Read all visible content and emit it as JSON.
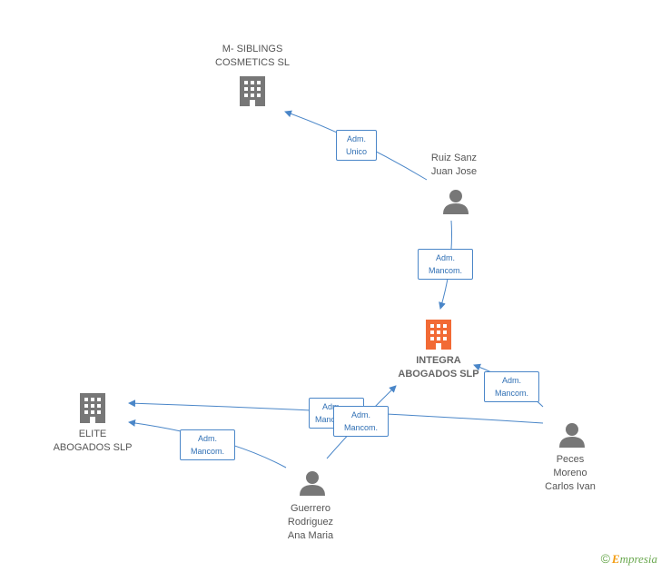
{
  "colors": {
    "edge": "#4a86c8",
    "company": "#777777",
    "company_main": "#f26a35",
    "person": "#777777",
    "brand": "#6aa84f"
  },
  "nodes": {
    "siblings": {
      "lines": [
        "M- SIBLINGS",
        "COSMETICS  SL"
      ],
      "icon": "building-icon"
    },
    "ruiz": {
      "lines": [
        "Ruiz Sanz",
        "Juan Jose"
      ],
      "icon": "person-icon"
    },
    "integra": {
      "lines": [
        "INTEGRA",
        "ABOGADOS SLP"
      ],
      "icon": "building-icon"
    },
    "elite": {
      "lines": [
        "ELITE",
        "ABOGADOS SLP"
      ],
      "icon": "building-icon"
    },
    "peces": {
      "lines": [
        "Peces",
        "Moreno",
        "Carlos Ivan"
      ],
      "icon": "person-icon"
    },
    "guerrero": {
      "lines": [
        "Guerrero",
        "Rodriguez",
        "Ana Maria"
      ],
      "icon": "person-icon"
    }
  },
  "edges": {
    "ruiz_siblings": [
      "Adm.",
      "Unico"
    ],
    "ruiz_integra": [
      "Adm.",
      "Mancom."
    ],
    "peces_integra": [
      "Adm.",
      "Mancom."
    ],
    "peces_elite": [
      "Adm.",
      "Manc"
    ],
    "guerrero_integra": [
      "Adm.",
      "Mancom."
    ],
    "guerrero_elite": [
      "Adm.",
      "Mancom."
    ]
  },
  "brand": {
    "symbol": "©",
    "initial": "E",
    "rest": "mpresia"
  }
}
